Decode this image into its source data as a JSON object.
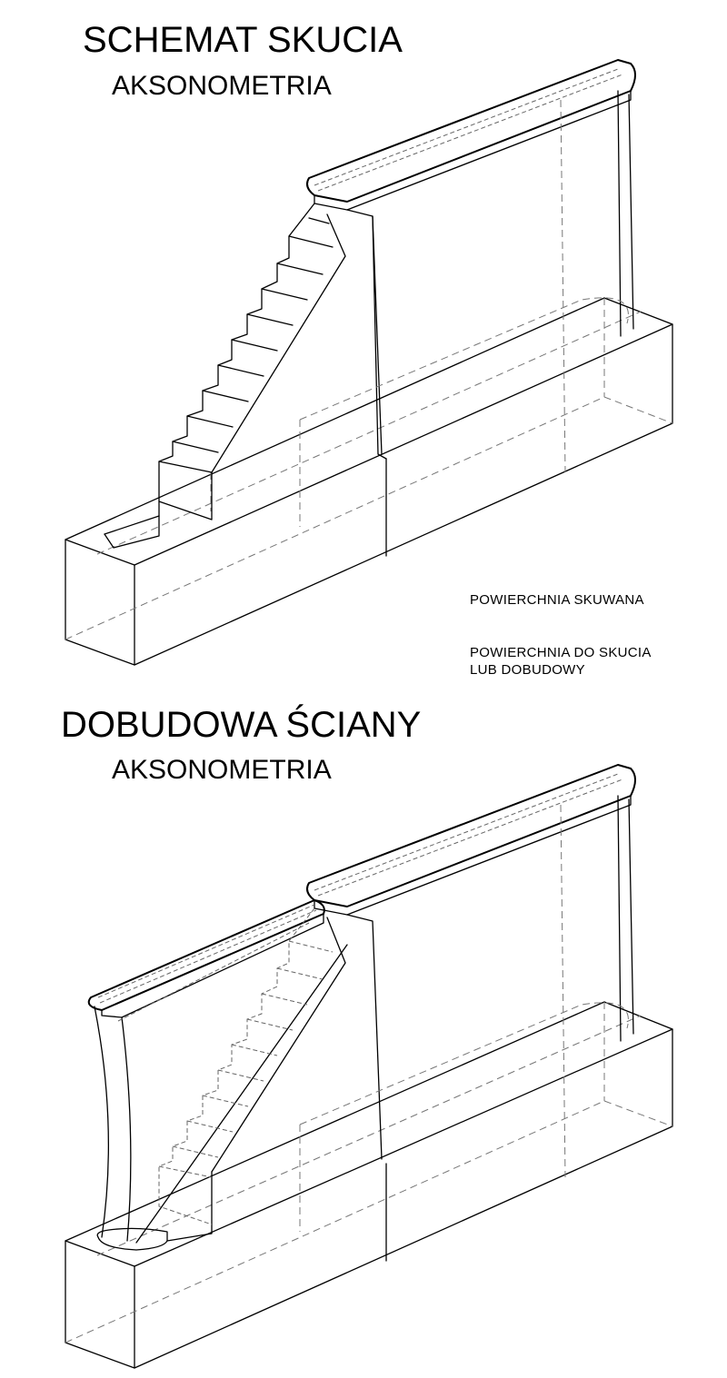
{
  "diagram_top": {
    "title": "SCHEMAT SKUCIA",
    "subtitle": "AKSONOMETRIA"
  },
  "legend": {
    "item1": "POWIERCHNIA SKUWANA",
    "item2_line1": "POWIERCHNIA DO SKUCIA",
    "item2_line2": "LUB DOBUDOWY"
  },
  "diagram_bottom": {
    "title": "DOBUDOWA ŚCIANY",
    "subtitle": "AKSONOMETRIA"
  },
  "colors": {
    "line": "#000000",
    "hidden_line": "#777777",
    "background": "#ffffff"
  }
}
